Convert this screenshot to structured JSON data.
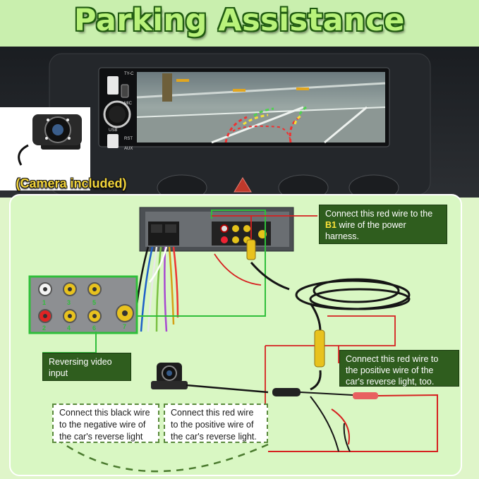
{
  "title": "Parking Assistance",
  "camera_caption": "(Camera included)",
  "stereo": {
    "labels": [
      "TY-C",
      "MIC",
      "USB",
      "RST",
      "AUX"
    ]
  },
  "rca_numbers": [
    "1",
    "2",
    "3",
    "4",
    "5",
    "6",
    "7"
  ],
  "callouts": {
    "red_wire_b1": {
      "prefix": "Connect this red wire to the ",
      "highlight": "B1",
      "suffix": " wire of the power harness."
    },
    "red_wire_positive_too": "Connect this red wire to the positive wire of the car's reverse light, too.",
    "reversing_video": "Reversing video input"
  },
  "notes": {
    "black_wire": "Connect this black wire to the negative wire of the car's reverse light",
    "red_wire_positive": "Connect this red wire to the positive wire of the car's reverse light."
  },
  "colors": {
    "title_fill": "#b9f27a",
    "title_outline": "#1f5a10",
    "callout_bg": "#2f5d1e",
    "highlight": "#ffe43a",
    "wire_red": "#d62020",
    "wire_green": "#2fbf3a",
    "caption_yellow": "#f2d43a"
  }
}
